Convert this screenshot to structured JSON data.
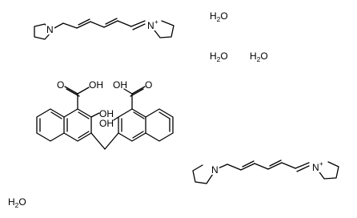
{
  "water": "H2O",
  "cation": {
    "nitrogen": "N",
    "charge": "+"
  },
  "pamoate": {
    "carboxyl_left": "OH",
    "carboxyl_right": "OH",
    "oxygen": "O",
    "hydroxyl_left": "OH",
    "hydroxyl_right": "OH"
  }
}
